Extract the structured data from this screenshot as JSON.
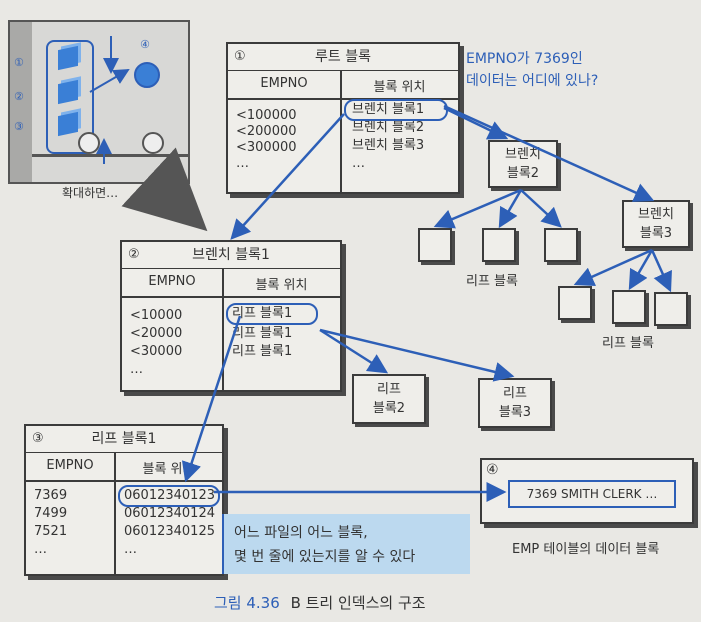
{
  "thumb": {
    "step_labels": [
      "①",
      "②",
      "③",
      "④"
    ],
    "caption": "확대하면…"
  },
  "question": {
    "line1": "EMPNO가 7369인",
    "line2": "데이터는 어디에 있나?"
  },
  "root": {
    "num": "①",
    "title": "루트 블록",
    "col_key": "EMPNO",
    "col_ptr": "블록 위치",
    "keys": [
      "<100000",
      "<200000",
      "<300000",
      "…"
    ],
    "ptrs": [
      "브렌치 블록1",
      "브렌치 블록2",
      "브렌치 블록3",
      "…"
    ]
  },
  "branch1": {
    "num": "②",
    "title": "브렌치 블록1",
    "col_key": "EMPNO",
    "col_ptr": "블록 위치",
    "keys": [
      "<10000",
      "<20000",
      "<30000",
      "…"
    ],
    "ptrs": [
      "리프 블록1",
      "리프 블록1",
      "리프 블록1"
    ]
  },
  "leaf1": {
    "num": "③",
    "title": "리프 블록1",
    "col_key": "EMPNO",
    "col_ptr": "블록 위치",
    "keys": [
      "7369",
      "7499",
      "7521",
      "…"
    ],
    "ptrs": [
      "06012340123",
      "06012340124",
      "06012340125",
      "…"
    ]
  },
  "branch2": {
    "line1": "브렌치",
    "line2": "블록2"
  },
  "branch3": {
    "line1": "브렌치",
    "line2": "블록3"
  },
  "leaf_blocks_label_a": "리프 블록",
  "leaf_blocks_label_b": "리프 블록",
  "leaf2": {
    "line1": "리프",
    "line2": "블록2"
  },
  "leaf3": {
    "line1": "리프",
    "line2": "블록3"
  },
  "data_block": {
    "num": "④",
    "row": "7369 SMITH CLERK …",
    "caption": "EMP 테이블의 데이터 블록"
  },
  "note": {
    "line1": "어느 파일의 어느 블록,",
    "line2": "몇 번 줄에 있는지를 알 수 있다"
  },
  "figure_caption": {
    "number": "그림 4.36",
    "title": "B 트리 인덱스의 구조"
  },
  "colors": {
    "accent": "#2d5fb7",
    "note_bg": "#bcd9ef",
    "line": "#3b3b3b"
  }
}
